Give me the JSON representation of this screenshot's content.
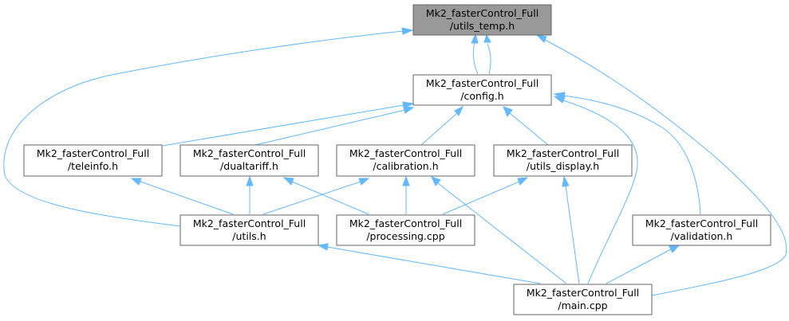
{
  "graph": {
    "nodes": {
      "utils_temp": {
        "line1": "Mk2_fasterControl_Full",
        "line2": "/utils_temp.h"
      },
      "config": {
        "line1": "Mk2_fasterControl_Full",
        "line2": "/config.h"
      },
      "teleinfo": {
        "line1": "Mk2_fasterControl_Full",
        "line2": "/teleinfo.h"
      },
      "dualtariff": {
        "line1": "Mk2_fasterControl_Full",
        "line2": "/dualtariff.h"
      },
      "calibration": {
        "line1": "Mk2_fasterControl_Full",
        "line2": "/calibration.h"
      },
      "utils_display": {
        "line1": "Mk2_fasterControl_Full",
        "line2": "/utils_display.h"
      },
      "utils": {
        "line1": "Mk2_fasterControl_Full",
        "line2": "/utils.h"
      },
      "processing": {
        "line1": "Mk2_fasterControl_Full",
        "line2": "/processing.cpp"
      },
      "validation": {
        "line1": "Mk2_fasterControl_Full",
        "line2": "/validation.h"
      },
      "main": {
        "line1": "Mk2_fasterControl_Full",
        "line2": "/main.cpp"
      }
    },
    "colors": {
      "edge": "#63b8ff",
      "focus_fill": "#999999",
      "node_border": "#666666"
    }
  }
}
